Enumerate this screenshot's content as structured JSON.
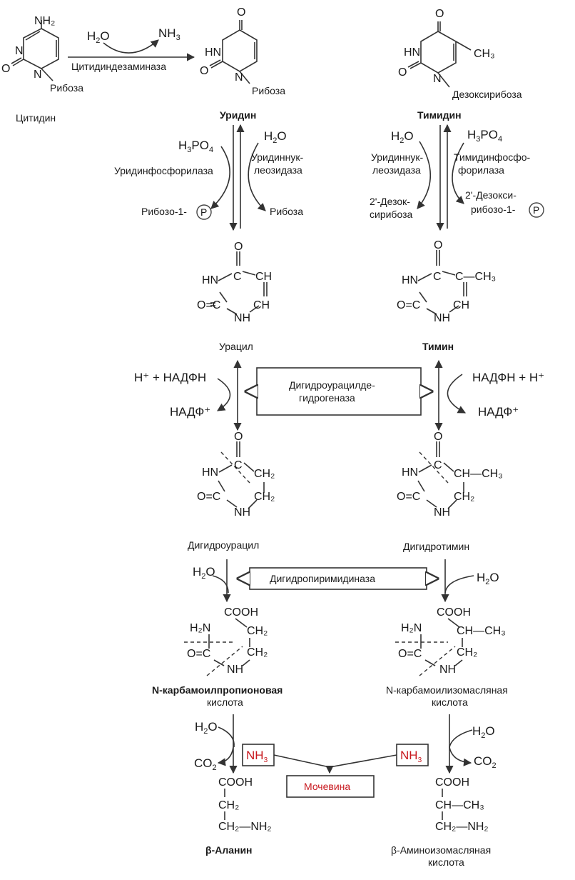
{
  "colors": {
    "ink": "#1a1a1a",
    "line": "#333333",
    "highlight": "#c8181e",
    "background": "#ffffff"
  },
  "compounds": {
    "cytidine": "Цитидин",
    "uridine": "Уридин",
    "thymidine": "Тимидин",
    "uracil": "Урацил",
    "thymine": "Тимин",
    "dihydrouracil": "Дигидроурацил",
    "dihydrothymine": "Дигидротимин",
    "carbamoyl_propionic_1": "N-карбамоилпропионовая",
    "carbamoyl_propionic_2": "кислота",
    "carbamoyl_isobutyric_1": "N-карбамоилизомасляная",
    "carbamoyl_isobutyric_2": "кислота",
    "beta_alanine": "β-Аланин",
    "beta_aminoisobutyric_1": "β-Аминоизомасляная",
    "beta_aminoisobutyric_2": "кислота"
  },
  "sugars": {
    "ribose": "Рибоза",
    "deoxyribose": "Дезоксирибоза"
  },
  "enzymes": {
    "cytidine_deaminase": "Цитидиндезаминаза",
    "uridine_phosphorylase": "Уридинфосфорилаза",
    "uridine_nucleosidase_left_1": "Уридиннук-",
    "uridine_nucleosidase_left_2": "леозидаза",
    "uridine_nucleosidase_right_1": "Уридиннук-",
    "uridine_nucleosidase_right_2": "леозидаза",
    "thymidine_phosphorylase_1": "Тимидинфосфо-",
    "thymidine_phosphorylase_2": "форилаза",
    "dihydrouracil_dehydrogenase_1": "Дигидроурацилде-",
    "dihydrouracil_dehydrogenase_2": "гидрогеназа",
    "dihydropyrimidinase": "Дигидропиримидиназа"
  },
  "reagents": {
    "water": "H",
    "water_sub": "2",
    "water_o": "O",
    "ammonia": "NH",
    "ammonia_sub": "3",
    "phosphoric": "H",
    "phosphoric_sub1": "3",
    "phosphoric_mid": "PO",
    "phosphoric_sub2": "4",
    "ribose_phosphate": "Рибозо-1-",
    "deoxy_left_1": "2'-Дезок-",
    "deoxy_left_2": "сирибоза",
    "deoxy_right_1": "2'-Дезокси-",
    "deoxy_right_2": "рибозо-1-",
    "phosphate_symbol": "P",
    "nadph_left": "H⁺ + НАДФН",
    "nadp_left": "НАДФ⁺",
    "nadph_right": "НАДФН + H⁺",
    "nadp_right": "НАДФ⁺",
    "co2": "CO",
    "co2_sub": "2",
    "urea": "Мочевина"
  },
  "atoms": {
    "NH2": "NH₂",
    "N": "N",
    "O": "O",
    "HN": "HN",
    "NH": "NH",
    "C": "C",
    "CH": "CH",
    "CH2": "CH₂",
    "CH3": "CH₃",
    "CH_CH3": "CH—CH₃",
    "C_CH3": "C—CH₃",
    "COOH": "COOH",
    "H2N": "H₂N",
    "O_eqC": "O=C",
    "CH2_NH2": "CH₂—NH₂",
    "CH_CH3_b": "CH—CH₃"
  }
}
